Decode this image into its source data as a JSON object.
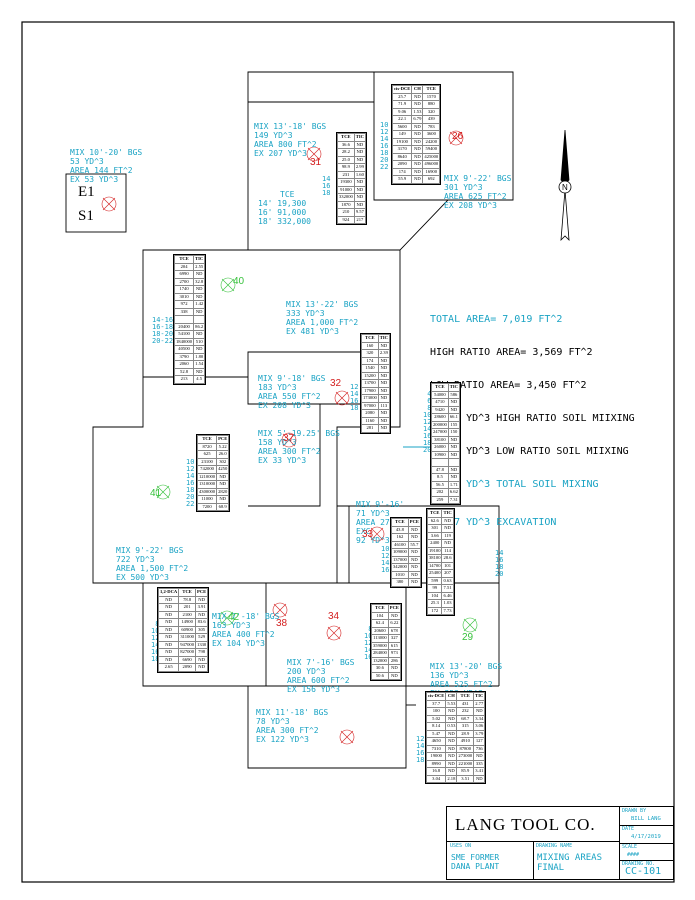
{
  "sheet_colors": {
    "outline": "#000000",
    "label": "#1aa3c4",
    "red_marker": "#d42020",
    "green_marker": "#36c13b"
  },
  "summary": {
    "total_area": "TOTAL AREA= 7,019 FT^2",
    "high_ratio": "HIGH RATIO AREA= 3,569 FT^2",
    "low_ratio": "LOW RATIO AREA= 3,450 FT^2",
    "high_mix": "1,408 YD^3 HIGH RATIO SOIL MIIXING",
    "low_mix": "1,140 YD^3 LOW RATIO SOIL MIIXING",
    "total_mix": "2,540 YD^3 TOTAL SOIL MIXING",
    "excavation": "2,357 YD^3 EXCAVATION"
  },
  "e1": {
    "line1": "E1",
    "line2": "S1"
  },
  "labels": {
    "a": [
      "MIX 10'-20' BGS",
      "53 YD^3",
      "AREA 144 FT^2",
      "EX 53 YD^3"
    ],
    "b": [
      "MIX 13'-18' BGS",
      "149 YD^3",
      "AREA 800 FT^2",
      "EX 207 YD^3"
    ],
    "c": [
      "MIX 9'-22' BGS",
      "301 YD^3",
      "AREA 625 FT^2",
      "EX 208 YD^3"
    ],
    "d": [
      "MIX 13'-22' BGS",
      "333 YD^3",
      "AREA 1,000 FT^2",
      "EX 481 YD^3"
    ],
    "e": [
      "MIX 9'-18' BGS",
      "183 YD^3",
      "AREA 550 FT^2",
      "EX 208 YD^3"
    ],
    "f": [
      "MIX 5'-19.25' BGS",
      "158 YD^3",
      "",
      "AREA 300 FT^2",
      "EX 33 YD^3"
    ],
    "g": [
      "MIX 9'-22' BGS",
      "722 YD^3",
      "AREA 1,500 FT^2",
      "EX 500 YD^3"
    ],
    "h": [
      "MIX 9'-16'",
      "71 YD^3",
      "",
      "AREA 275 FT^2",
      "EXC",
      "92 YD^3"
    ],
    "i": [
      "MIX 7'-18' BGS",
      "163 YD^3",
      "",
      "AREA 400 FT^2",
      "EX 104 YD^3"
    ],
    "j": [
      "MIX 7'-16' BGS",
      "200 YD^3",
      "AREA 600 FT^2",
      "EX 156 YD^3"
    ],
    "k": [
      "MIX 13'-20' BGS",
      "136 YD^3",
      "AREA 525 FT^2",
      "EX 253 YD^3"
    ],
    "l": [
      "MIX 11'-18' BGS",
      "78 YD^3",
      "",
      "AREA 300 FT^2",
      "EX 122 YD^3"
    ],
    "tce": [
      "TCE",
      "14'  19,300",
      "16'  91,000",
      "18'  332,000"
    ]
  },
  "markers": {
    "m26": "26",
    "m31": "31",
    "m40": "40",
    "m32": "32",
    "m37": "37",
    "m41": "41",
    "m33": "33",
    "m38": "38",
    "m34": "34",
    "m42": "42",
    "m29": "29"
  },
  "side_depths": {
    "s26": [
      "10",
      "12",
      "14",
      "16",
      "18",
      "20",
      "22"
    ],
    "s31": [
      "14",
      "16",
      "18"
    ],
    "s40": [
      "14-16",
      "16-18",
      "18-20",
      "20-22"
    ],
    "s32": [
      "12",
      "14",
      "16",
      "18"
    ],
    "s37": [
      "10",
      "12",
      "14",
      "16",
      "18",
      "20",
      "22"
    ],
    "s33": [
      "10",
      "12",
      "14",
      "16"
    ],
    "s29": [
      "14",
      "16",
      "18",
      "20"
    ],
    "s38": [
      "8",
      "10",
      "12",
      "14",
      "16",
      "18"
    ],
    "s34": [
      "8",
      "10",
      "12",
      "14",
      "16"
    ],
    "s_right": [
      "4",
      "6",
      "8",
      "10",
      "12",
      "14",
      "16",
      "18",
      "20"
    ],
    "s_low": [
      "12",
      "14",
      "16",
      "18"
    ]
  },
  "title_block": {
    "company": "LANG TOOL CO.",
    "drawn_by_label": "DRAWN BY",
    "drawn_by": "BILL LANG",
    "date_label": "DATE",
    "date": "4/17/2019",
    "scale_label": "SCALE",
    "scale": "####",
    "drawing_no_label": "DRAWING NO.",
    "drawing_no": "CC-101",
    "uses_on_label": "USES ON",
    "uses_on": [
      "SME FORMER",
      "DANA PLANT"
    ],
    "drawing_name_label": "DRAWING NAME",
    "drawing_name": [
      "MIXING AREAS",
      "FINAL"
    ]
  },
  "tables": {
    "t26": {
      "head": [
        "cis-DCE",
        "CH",
        "TCE"
      ],
      "rows": [
        [
          "25.7",
          "ND",
          "1570"
        ],
        [
          "71.9",
          "ND",
          "880"
        ],
        [
          "9.06",
          "1.53",
          "320"
        ],
        [
          "22.1",
          "6.79",
          "439"
        ],
        [
          "5600",
          "ND",
          "783"
        ],
        [
          "149",
          "ND",
          "3600"
        ],
        [
          "19100",
          "ND",
          "24200"
        ],
        [
          "3170",
          "ND",
          "59400"
        ],
        [
          "8640",
          "ND",
          "425000"
        ],
        [
          "2090",
          "ND",
          "496000"
        ],
        [
          "174",
          "ND",
          "16900"
        ],
        [
          "55.9",
          "ND",
          "692"
        ]
      ]
    },
    "t31": {
      "head": [
        "TCE",
        "TIC"
      ],
      "rows": [
        [
          "36.6",
          "ND"
        ],
        [
          "28.2",
          "ND"
        ],
        [
          "25.0",
          "ND"
        ],
        [
          "98.9",
          "2.99"
        ],
        [
          "231",
          "1.60"
        ],
        [
          "19300",
          "ND"
        ],
        [
          "91000",
          "ND"
        ],
        [
          "332000",
          "ND"
        ],
        [
          "1870",
          "ND"
        ],
        [
          "210",
          "9.57"
        ],
        [
          "924",
          "217"
        ]
      ]
    },
    "t40": {
      "head": [
        "TCE",
        "TIC"
      ],
      "rows": [
        [
          "204",
          "2.55"
        ],
        [
          "6990",
          "ND"
        ],
        [
          "2700",
          "32.8"
        ],
        [
          "1740",
          "ND"
        ],
        [
          "3010",
          "ND"
        ],
        [
          "972",
          "1.42"
        ],
        [
          "338",
          "ND"
        ],
        [
          "",
          ""
        ],
        [
          "20400",
          "86.2"
        ],
        [
          "54100",
          "ND"
        ],
        [
          "1840000",
          "510"
        ],
        [
          "40500",
          "ND"
        ],
        [
          "3790",
          "1.80"
        ],
        [
          "2060",
          "1.54"
        ],
        [
          "52.8",
          "ND"
        ],
        [
          "213",
          "4.5"
        ]
      ]
    },
    "t32": {
      "head": [
        "TCE",
        "TIC"
      ],
      "rows": [
        [
          "160",
          "ND"
        ],
        [
          "320",
          "2.39"
        ],
        [
          "174",
          "ND"
        ],
        [
          "1540",
          "ND"
        ],
        [
          "15200",
          "ND"
        ],
        [
          "13700",
          "ND"
        ],
        [
          "17900",
          "ND"
        ],
        [
          "173000",
          "ND"
        ],
        [
          "97000",
          "113"
        ],
        [
          "2080",
          "ND"
        ],
        [
          "1160",
          "ND"
        ],
        [
          "281",
          "ND"
        ]
      ]
    },
    "t37": {
      "head": [
        "TCE",
        "PCE"
      ],
      "rows": [
        [
          "8720",
          "5.22"
        ],
        [
          "625",
          "26.0"
        ],
        [
          "23100",
          "302"
        ],
        [
          "742000",
          "4250"
        ],
        [
          "1210000",
          "ND"
        ],
        [
          "1310000",
          "ND"
        ],
        [
          "4300000",
          "2820"
        ],
        [
          "11000",
          "ND"
        ],
        [
          "7200",
          "68.9"
        ]
      ]
    },
    "tR": {
      "head": [
        "TCE",
        "TIC"
      ],
      "rows": [
        [
          "54000",
          "586"
        ],
        [
          "4710",
          "ND"
        ],
        [
          "9420",
          "ND"
        ],
        [
          "28600",
          "66.1"
        ],
        [
          "200000",
          "155"
        ],
        [
          "247000",
          "150"
        ],
        [
          "38100",
          "ND"
        ],
        [
          "26000",
          "ND"
        ],
        [
          "10900",
          "ND"
        ],
        [
          "",
          ""
        ],
        [
          "47.8",
          "ND"
        ],
        [
          "8.5",
          "ND"
        ],
        [
          "56.5",
          "1.71"
        ],
        [
          "202",
          "6.62"
        ],
        [
          "259",
          "7.31"
        ]
      ]
    },
    "t33": {
      "head": [
        "TCE",
        "PCE"
      ],
      "rows": [
        [
          "43.8",
          "ND"
        ],
        [
          "162",
          "ND"
        ],
        [
          "46100",
          "55.7"
        ],
        [
          "109000",
          "ND"
        ],
        [
          "137000",
          "ND"
        ],
        [
          "342000",
          "ND"
        ],
        [
          "1010",
          "ND"
        ],
        [
          "380",
          "ND"
        ]
      ]
    },
    "t29": {
      "head": [
        "TCE",
        "TIC"
      ],
      "rows": [
        [
          "62.6",
          "ND"
        ],
        [
          "301",
          "ND"
        ],
        [
          "3.66",
          "119"
        ],
        [
          "2400",
          "ND"
        ],
        [
          "19100",
          "114"
        ],
        [
          "38100",
          "28.6"
        ],
        [
          "14700",
          "101"
        ],
        [
          "25400",
          "207"
        ],
        [
          "599",
          "0.63"
        ],
        [
          "99",
          "7.51"
        ],
        [
          "104",
          "6.46"
        ],
        [
          "25.3",
          "1.03"
        ],
        [
          "172",
          "7.73"
        ]
      ]
    },
    "t38": {
      "head": [
        "1,2-DCA",
        "TCE",
        "PCE"
      ],
      "rows": [
        [
          "ND",
          "78.8",
          "ND"
        ],
        [
          "ND",
          "201",
          "3.91"
        ],
        [
          "ND",
          "2100",
          "ND"
        ],
        [
          "ND",
          "14900",
          "83.6"
        ],
        [
          "ND",
          "60900",
          "305"
        ],
        [
          "ND",
          "311000",
          "529"
        ],
        [
          "ND",
          "947000",
          "1330"
        ],
        [
          "ND",
          "827000",
          "798"
        ],
        [
          "ND",
          "6690",
          "ND"
        ],
        [
          "2.65",
          "2090",
          "ND"
        ]
      ]
    },
    "t34": {
      "head": [
        "TCE",
        "PCE"
      ],
      "rows": [
        [
          "104",
          "ND"
        ],
        [
          "62.4",
          "6.22"
        ],
        [
          "20600",
          "678"
        ],
        [
          "113000",
          "327"
        ],
        [
          "359000",
          "615"
        ],
        [
          "284000",
          "973"
        ],
        [
          "132000",
          "286"
        ],
        [
          "30.6",
          "ND"
        ],
        [
          "50.6",
          "ND"
        ]
      ]
    },
    "tL": {
      "head": [
        "cis-DCE",
        "CH",
        "TCE",
        "TIC"
      ],
      "rows": [
        [
          "37.7",
          "5.53",
          "431",
          "2.77"
        ],
        [
          "100",
          "ND",
          "232",
          "ND"
        ],
        [
          "5.02",
          "ND",
          "68.7",
          "3.34"
        ],
        [
          "8.14",
          "0.53",
          "315",
          "3.06"
        ],
        [
          "5.47",
          "ND",
          "28.9",
          "3.79"
        ],
        [
          "4650",
          "ND",
          "4910",
          "127"
        ],
        [
          "7310",
          "ND",
          "87800",
          "736"
        ],
        [
          "19000",
          "ND",
          "273000",
          "ND"
        ],
        [
          "8990",
          "ND",
          "221000",
          "335"
        ],
        [
          "16.8",
          "ND",
          "85.9",
          "3.41"
        ],
        [
          "3.04",
          "2.18",
          "3.51",
          "ND"
        ]
      ]
    }
  }
}
